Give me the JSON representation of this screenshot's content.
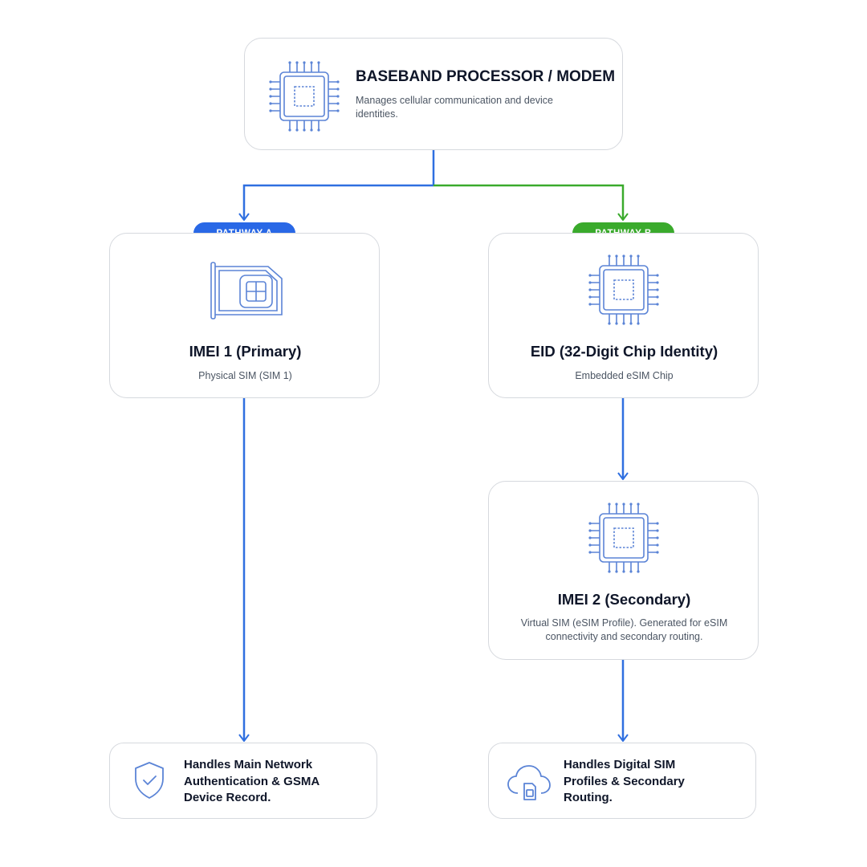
{
  "baseband": {
    "title": "BASEBAND PROCESSOR / MODEM",
    "description": "Manages cellular communication and device identities.",
    "icon": "processor-chip-icon"
  },
  "pathway_a": {
    "label": "PATHWAY A",
    "color": "#2968e6",
    "node": {
      "title": "IMEI 1 (Primary)",
      "subtitle": "Physical SIM (SIM 1)",
      "icon": "sim-tray-icon"
    },
    "result": {
      "text": "Handles Main Network Authentication & GSMA Device Record.",
      "icon": "shield-check-icon"
    }
  },
  "pathway_b": {
    "label": "PATHWAY B",
    "color": "#3aaa2c",
    "node": {
      "title": "EID (32-Digit Chip Identity)",
      "subtitle": "Embedded eSIM Chip",
      "icon": "esim-chip-icon"
    },
    "secondary": {
      "title": "IMEI 2 (Secondary)",
      "subtitle": "Virtual SIM (eSIM Profile). Generated for eSIM connectivity and secondary routing.",
      "icon": "esim-chip-icon"
    },
    "result": {
      "text": "Handles Digital SIM Profiles & Secondary Routing.",
      "icon": "cloud-sim-icon"
    }
  },
  "colors": {
    "connector_blue": "#2f6fe0",
    "connector_green": "#3aaa2c",
    "border": "#d6d9de",
    "icon_blue": "#5b84d6"
  }
}
